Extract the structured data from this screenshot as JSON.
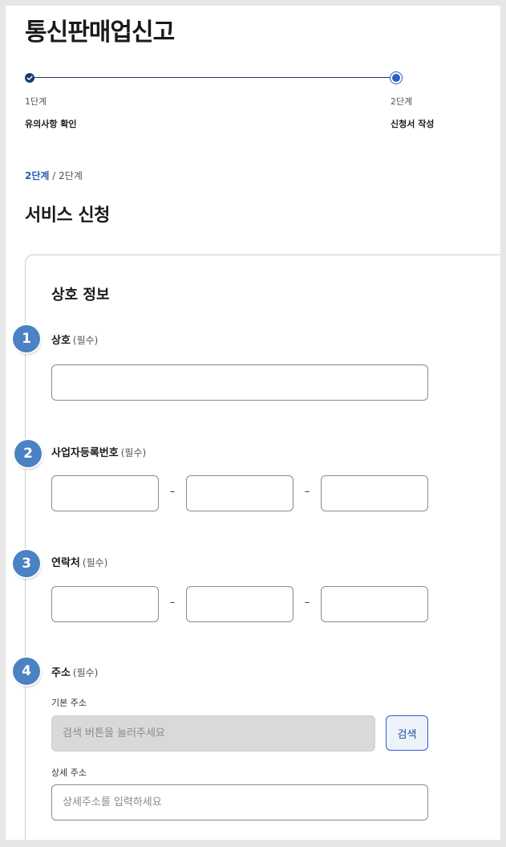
{
  "page": {
    "title": "통신판매업신고"
  },
  "stepper": {
    "steps": [
      {
        "number": "1단계",
        "name": "유의사항 확인",
        "state": "done"
      },
      {
        "number": "2단계",
        "name": "신청서 작성",
        "state": "current"
      }
    ]
  },
  "breadcrumb": {
    "current": "2단계",
    "separator": "/",
    "total": "2단계"
  },
  "section": {
    "title": "서비스 신청"
  },
  "form": {
    "title": "상호 정보",
    "fields": {
      "company": {
        "badge": "1",
        "label": "상호",
        "required": "(필수)",
        "value": ""
      },
      "business_number": {
        "badge": "2",
        "label": "사업자등록번호",
        "required": "(필수)",
        "values": [
          "",
          "",
          ""
        ],
        "separator": "–"
      },
      "contact": {
        "badge": "3",
        "label": "연락처",
        "required": "(필수)",
        "values": [
          "",
          "",
          ""
        ],
        "separator": "–"
      },
      "address": {
        "badge": "4",
        "label": "주소",
        "required": "(필수)",
        "basic_label": "기본 주소",
        "basic_placeholder": "검색 버튼을 눌러주세요",
        "search_label": "검색",
        "detail_label": "상세 주소",
        "detail_placeholder": "상세주소를 입력하세요"
      }
    }
  },
  "colors": {
    "primary": "#2a62c5",
    "badge": "#4a82c4",
    "step_done": "#143a6e",
    "disabled_bg": "#d9d9d9"
  },
  "icons": {
    "step_done": "check-icon"
  }
}
